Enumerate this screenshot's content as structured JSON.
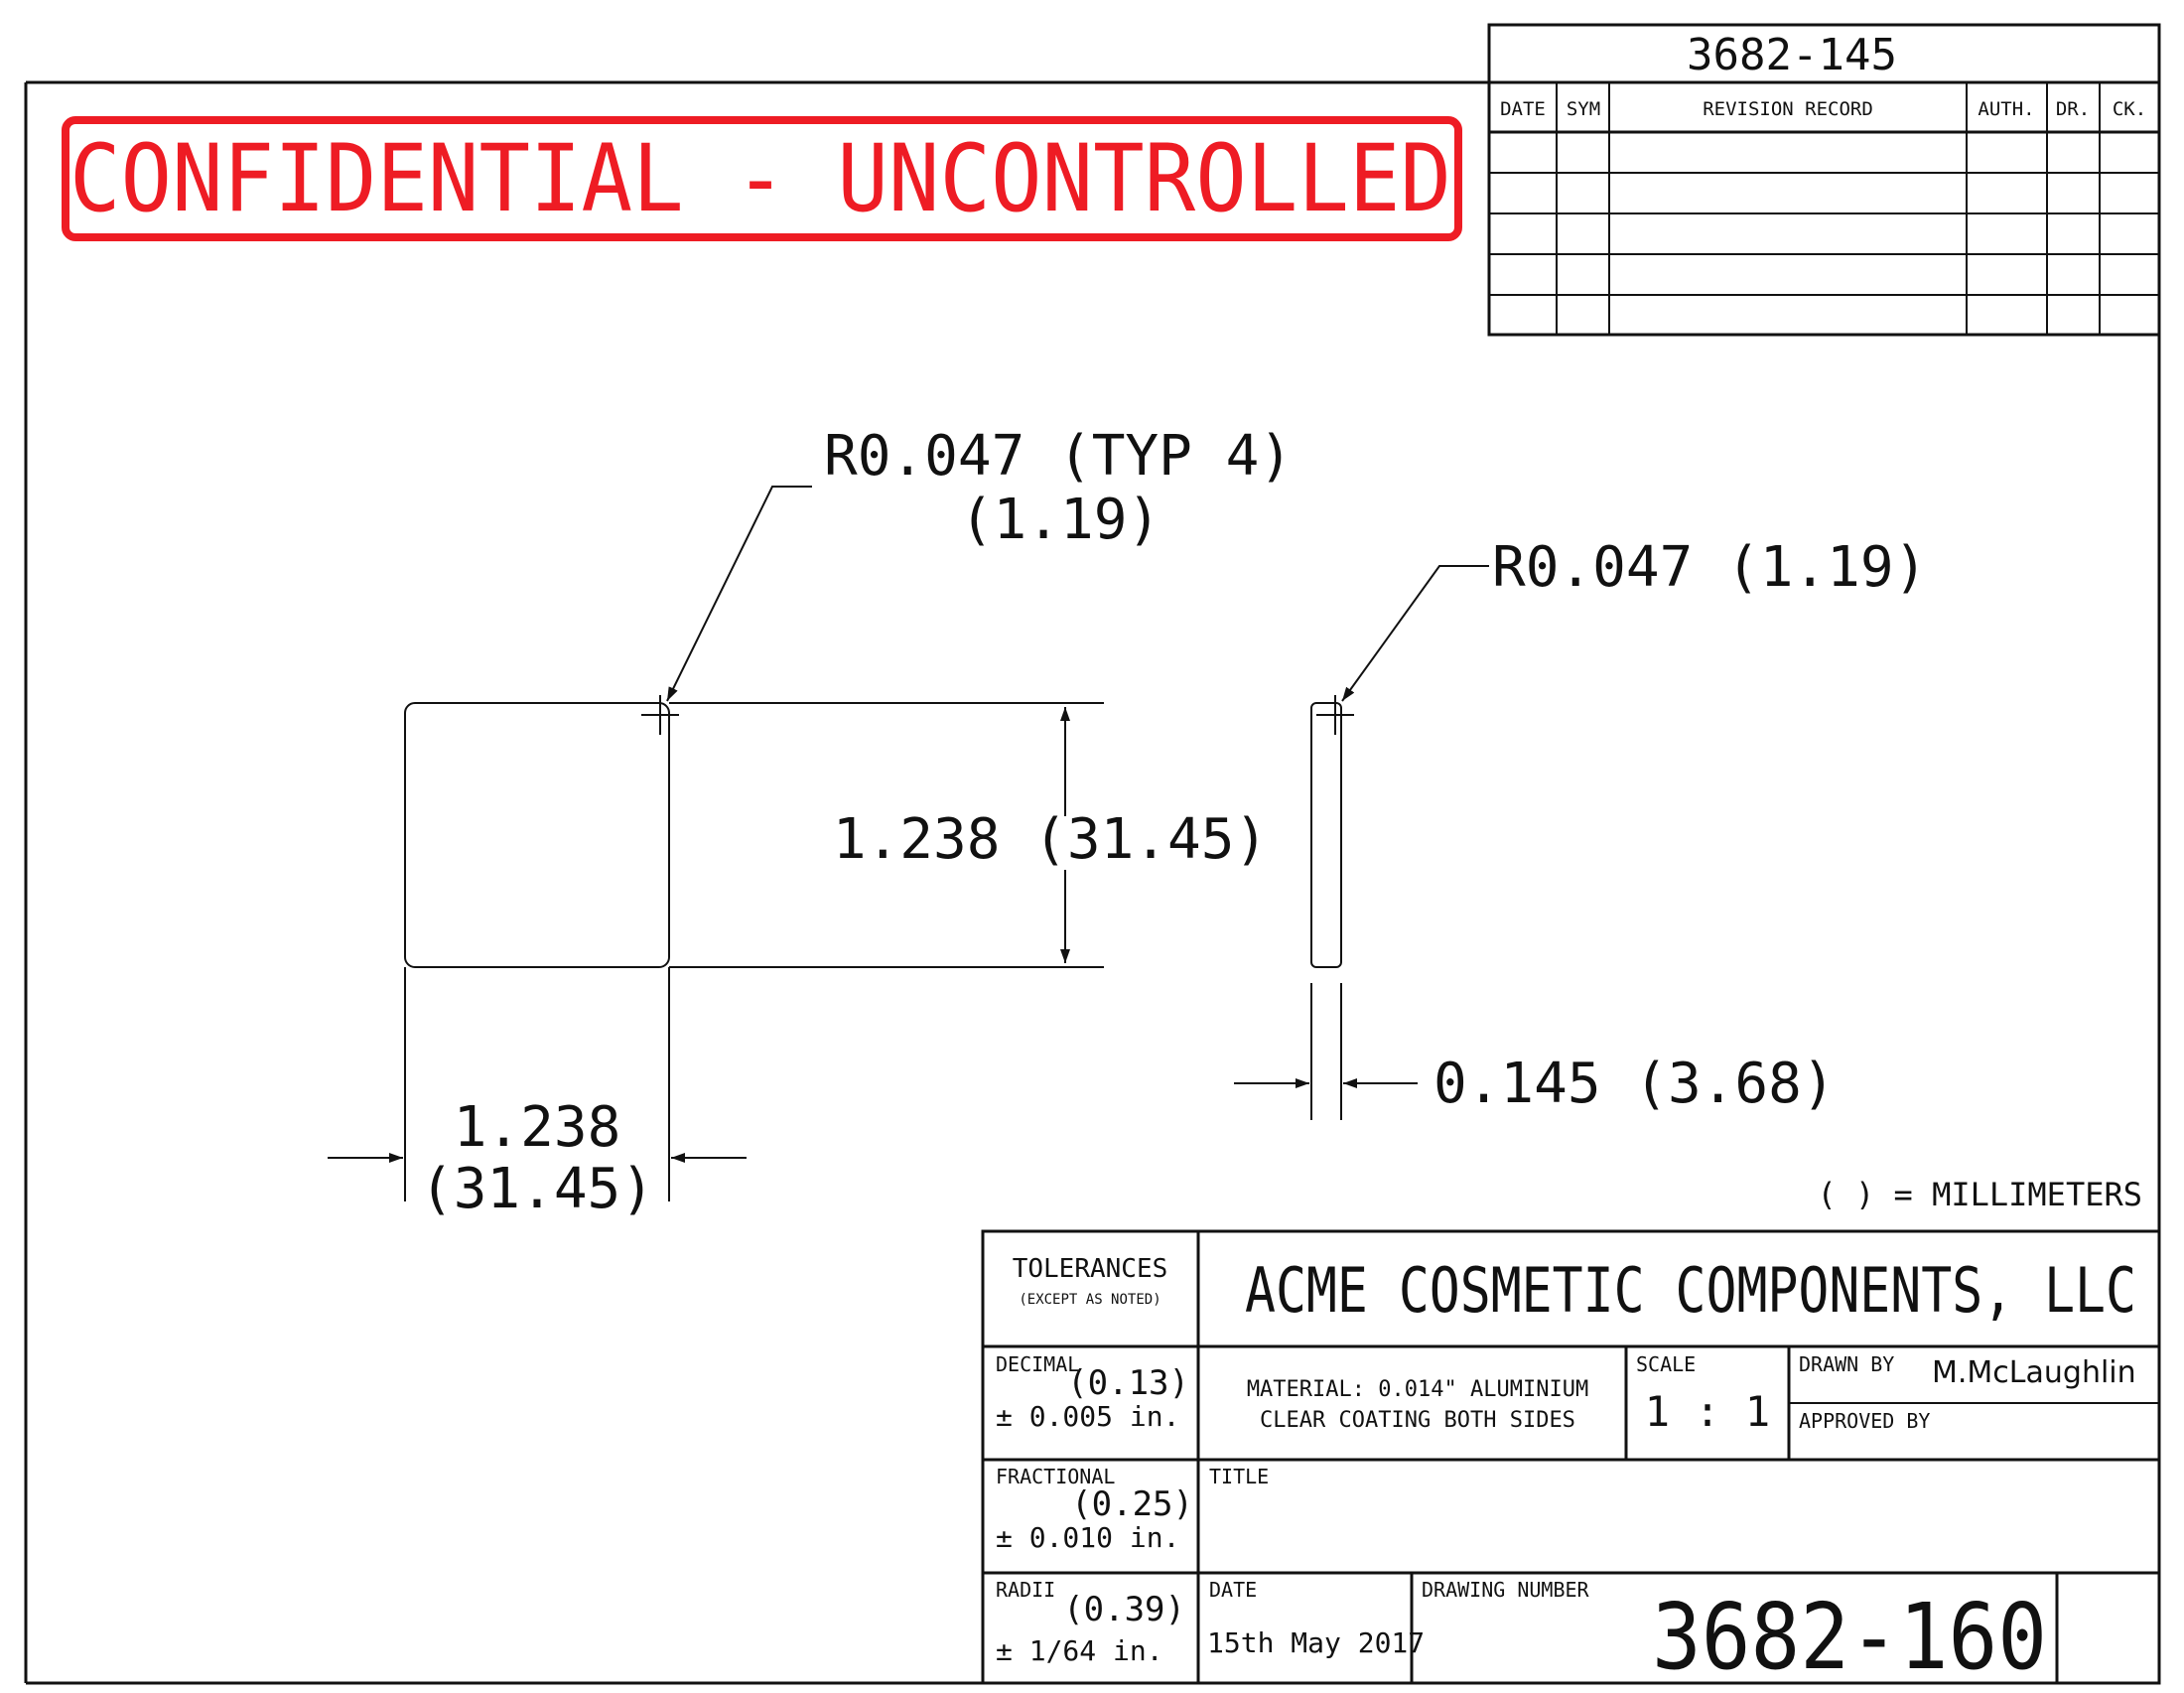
{
  "header_number": "3682-145",
  "stamp": {
    "text": "CONFIDENTIAL - UNCONTROLLED",
    "color": "#ee1c24"
  },
  "revision": {
    "headers": [
      "DATE",
      "SYM",
      "REVISION RECORD",
      "AUTH.",
      "DR.",
      "CK."
    ],
    "rows": 5
  },
  "callouts": {
    "radius_typ": "R0.047 (TYP 4)",
    "radius_typ_mm": "(1.19)",
    "radius_side": "R0.047 (1.19)",
    "height": "1.238 (31.45)",
    "width": "1.238",
    "width_mm": "(31.45)",
    "thickness": "0.145 (3.68)"
  },
  "units_note": "( ) = MILLIMETERS",
  "title_block": {
    "company": "ACME COSMETIC COMPONENTS, LLC",
    "tolerances_label": "TOLERANCES",
    "tolerances_sub": "(EXCEPT AS NOTED)",
    "decimal_label": "DECIMAL",
    "decimal_mm": "(0.13)",
    "decimal_value": "± 0.005 in.",
    "fractional_label": "FRACTIONAL",
    "fractional_mm": "(0.25)",
    "fractional_value": "± 0.010 in.",
    "radii_label": "RADII",
    "radii_mm": "(0.39)",
    "radii_value": "± 1/64 in.",
    "material_line1": "MATERIAL: 0.014\" ALUMINIUM",
    "material_line2": "CLEAR COATING BOTH SIDES",
    "scale_label": "SCALE",
    "scale_value": "1 : 1",
    "drawn_by_label": "DRAWN BY",
    "drawn_by_value": "M.McLaughlin",
    "approved_by_label": "APPROVED BY",
    "title_label": "TITLE",
    "date_label": "DATE",
    "date_value": "15th May 2017",
    "drawing_number_label": "DRAWING NUMBER",
    "drawing_number": "3682-160"
  }
}
